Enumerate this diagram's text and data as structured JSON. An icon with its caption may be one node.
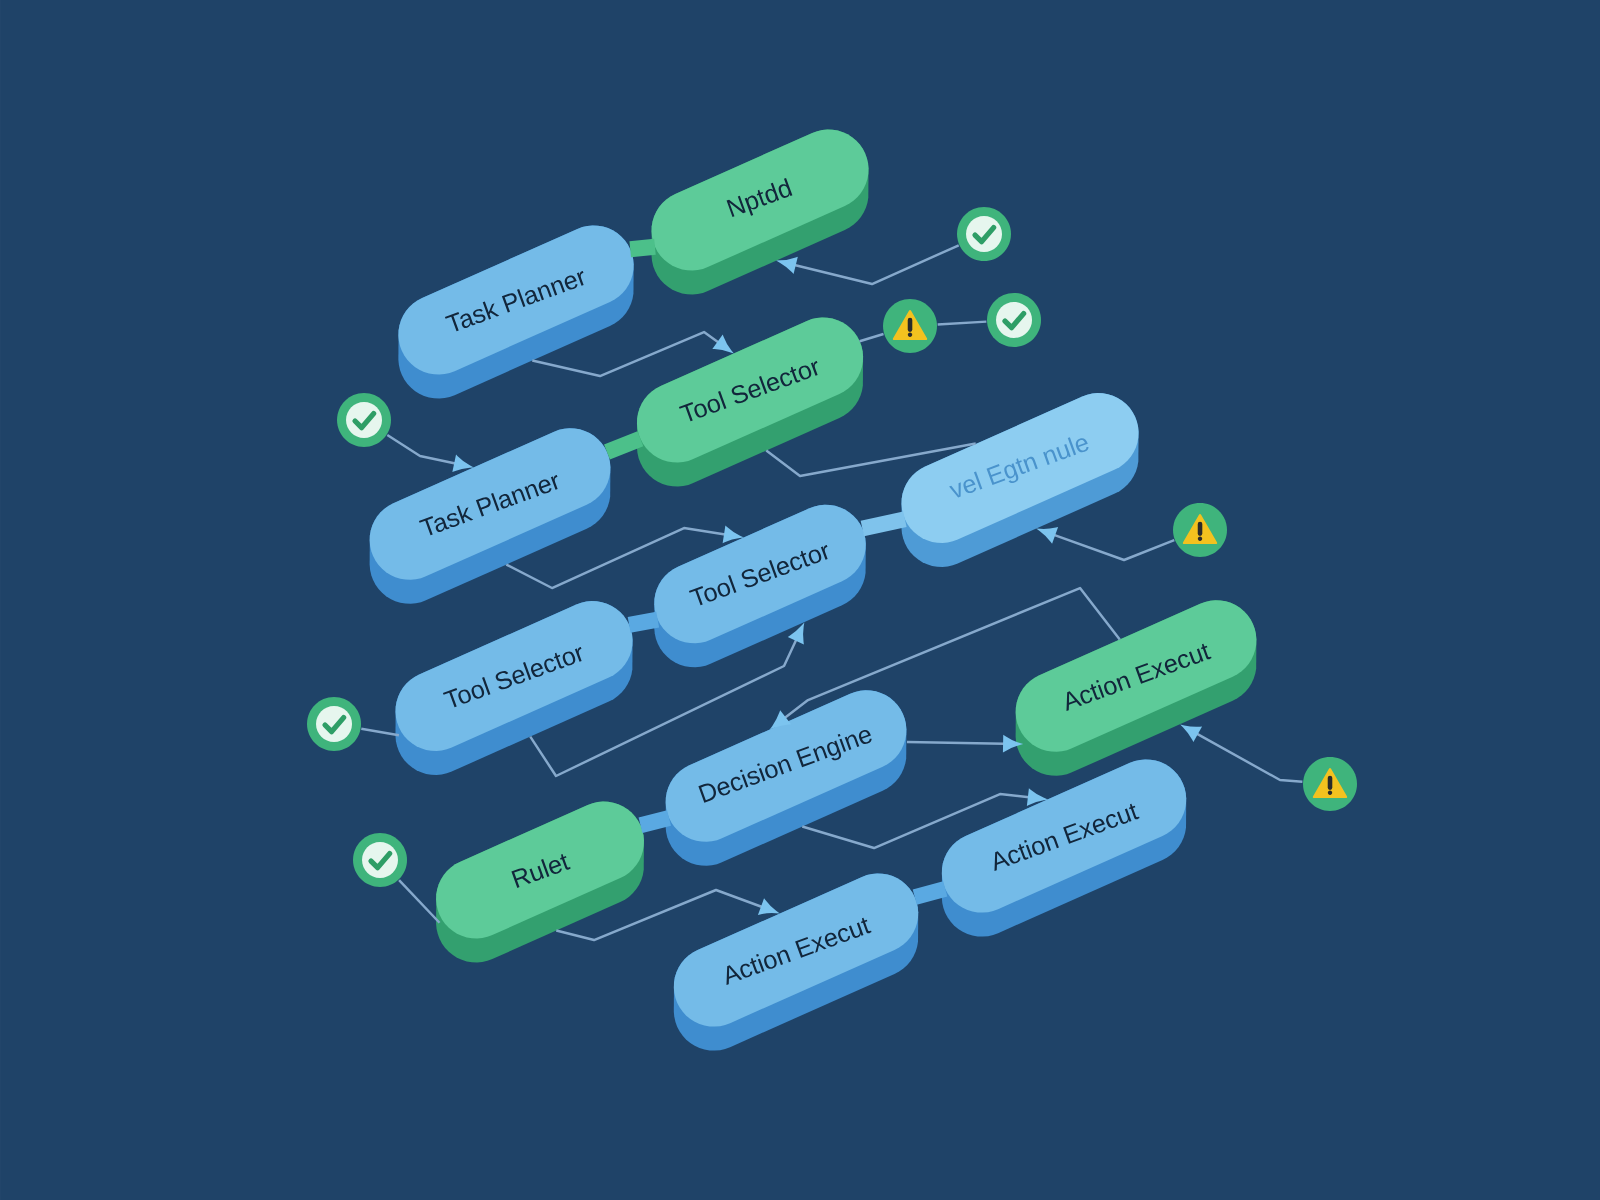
{
  "diagram": {
    "nodes": [
      {
        "text": [
          "Nptdd"
        ]
      },
      {
        "text": [
          "Task Planner"
        ]
      },
      {
        "text": [
          "Tool Selector"
        ]
      },
      {
        "text": [
          "Task Planner"
        ]
      },
      {
        "text": [
          "vel Egtn nule"
        ]
      },
      {
        "text": [
          "Tool Selector"
        ]
      },
      {
        "text": [
          "Tool Selector"
        ]
      },
      {
        "text": [
          "Action Execut"
        ]
      },
      {
        "text": [
          "Decision Engine"
        ]
      },
      {
        "text": [
          "Rulet"
        ]
      },
      {
        "text": [
          "Action Execut"
        ]
      },
      {
        "text": [
          "Action Execut"
        ]
      },
      {
        "text": [],
        "shape": "circle"
      },
      {
        "text": [],
        "shape": "circle"
      },
      {
        "text": [],
        "shape": "circle"
      },
      {
        "text": [],
        "shape": "circle"
      },
      {
        "text": [],
        "shape": "circle"
      },
      {
        "text": [],
        "shape": "circle"
      },
      {
        "text": [],
        "shape": "circle"
      },
      {
        "text": [],
        "shape": "circle"
      }
    ],
    "edges": [
      {
        "from": 1,
        "to": 0,
        "arrow": "none",
        "style": "thick",
        "color": "#4cc08a"
      },
      {
        "from": 1,
        "to": 2,
        "arrow": "to"
      },
      {
        "from": 3,
        "to": 2,
        "arrow": "none",
        "style": "thick",
        "color": "#4cc08a"
      },
      {
        "from": 2,
        "to": 4,
        "arrow": "none"
      },
      {
        "from": 3,
        "to": 5,
        "arrow": "to"
      },
      {
        "from": 5,
        "to": 4,
        "arrow": "none",
        "style": "thick",
        "color": "#7fc3ec"
      },
      {
        "from": 6,
        "to": 5,
        "arrow": "none",
        "style": "thick",
        "color": "#5aa9e2"
      },
      {
        "from": 6,
        "to": 5,
        "arrow": "to"
      },
      {
        "from": 7,
        "to": 8,
        "arrow": "to"
      },
      {
        "from": 8,
        "to": 7,
        "arrow": "to"
      },
      {
        "from": 8,
        "to": 10,
        "arrow": "to"
      },
      {
        "from": 9,
        "to": 8,
        "arrow": "none",
        "style": "thick",
        "color": "#5aa9e2"
      },
      {
        "from": 9,
        "to": 11,
        "arrow": "to"
      },
      {
        "from": 11,
        "to": 10,
        "arrow": "none",
        "style": "thick",
        "color": "#5aa9e2"
      },
      {
        "from": 12,
        "to": 0,
        "arrow": "to"
      },
      {
        "from": 14,
        "to": 13,
        "arrow": "none"
      },
      {
        "from": 13,
        "to": 2,
        "arrow": "none"
      },
      {
        "from": 15,
        "to": 3,
        "arrow": "to"
      },
      {
        "from": 16,
        "to": 4,
        "arrow": "to"
      },
      {
        "from": 17,
        "to": 6,
        "arrow": "none"
      },
      {
        "from": 18,
        "to": 7,
        "arrow": "to"
      },
      {
        "from": 19,
        "to": 9,
        "arrow": "none"
      }
    ]
  }
}
